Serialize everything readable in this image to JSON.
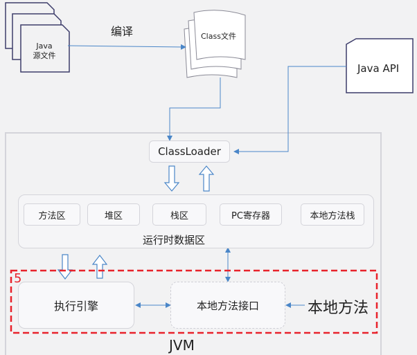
{
  "source_file": {
    "line1": "Java",
    "line2": "源文件"
  },
  "compile_label": "编译",
  "class_file": "Class文件",
  "java_api": "Java API",
  "classloader": "ClassLoader",
  "runtime_area": {
    "title": "运行时数据区",
    "items": [
      "方法区",
      "堆区",
      "栈区",
      "PC寄存器",
      "本地方法栈"
    ]
  },
  "exec_engine": "执行引擎",
  "native_interface": "本地方法接口",
  "native_methods": "本地方法",
  "highlight_number": "5",
  "jvm_label": "JVM",
  "colors": {
    "arrow": "#4a86c8",
    "highlight": "#e8222b",
    "border": "#d4d4da"
  }
}
